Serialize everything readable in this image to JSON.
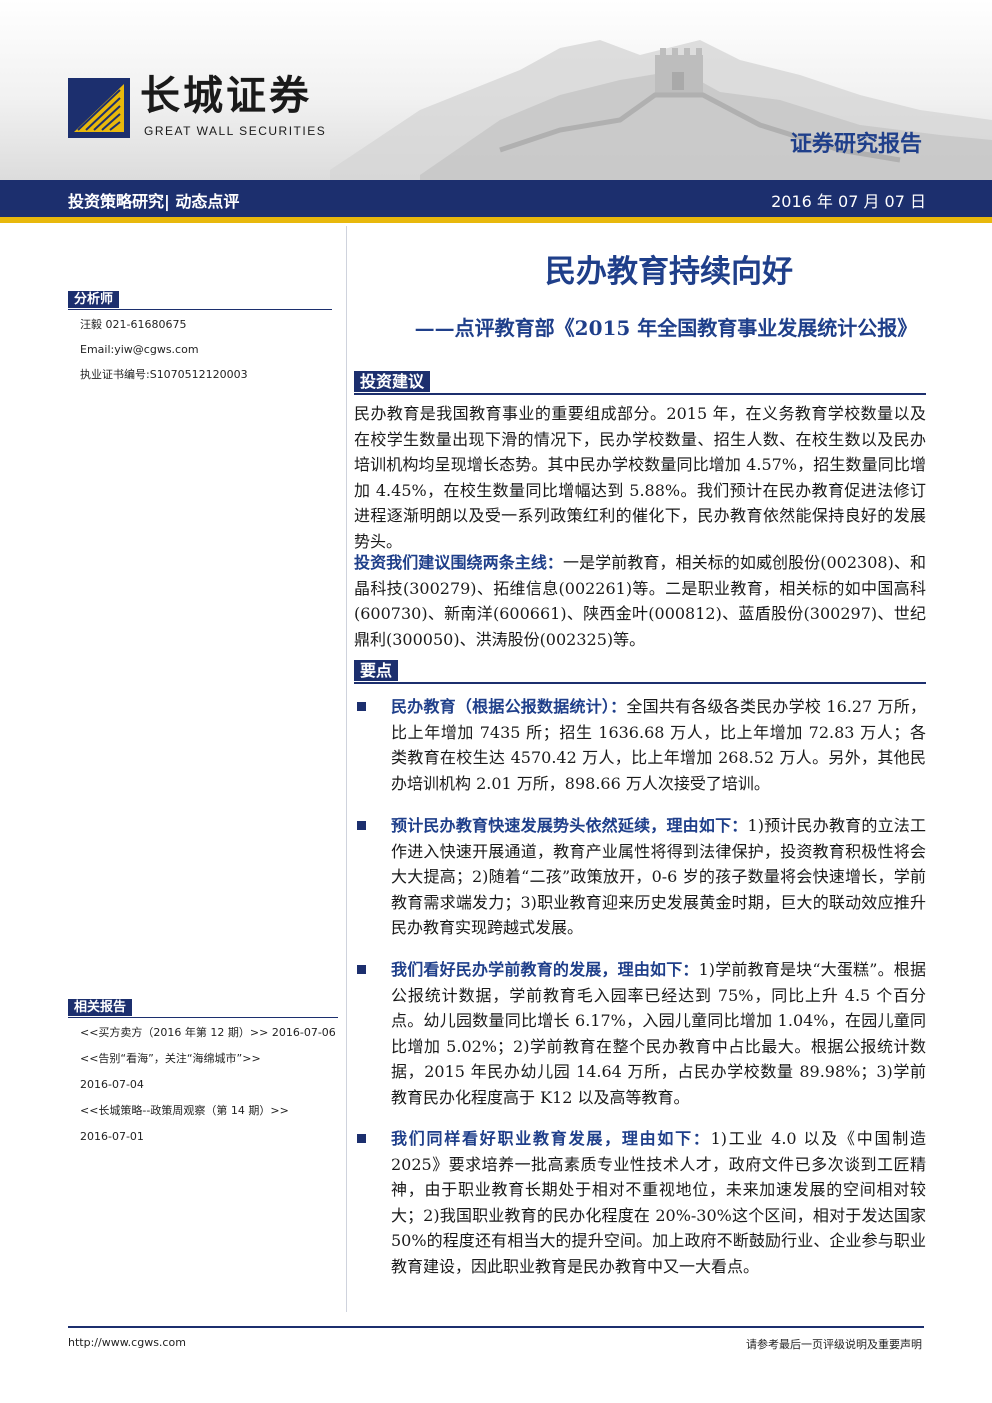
{
  "header": {
    "brand_cn": "长城证券",
    "brand_en": "GREAT WALL SECURITIES",
    "report_type": "证券研究报告",
    "category": "投资策略研究| 动态点评",
    "date": "2016 年 07 月 07 日"
  },
  "sidebar": {
    "analyst_title": "分析师",
    "analyst_phone": "汪毅 021-61680675",
    "analyst_email": "Email:yiw@cgws.com",
    "analyst_cert": "执业证书编号:S1070512120003",
    "related_title": "相关报告",
    "related": [
      {
        "title": "<<买方卖方（2016 年第 12 期）>>",
        "date": "2016-07-06"
      },
      {
        "title": "<<告别“看海”，关注“海绵城市”>>",
        "date": "2016-07-04"
      },
      {
        "title": "<<长城策略--政策周观察（第 14 期）>>",
        "date": "2016-07-01"
      }
    ]
  },
  "main": {
    "title": "民办教育持续向好",
    "subtitle": "——点评教育部《2015 年全国教育事业发展统计公报》",
    "invest_head": "投资建议",
    "invest_p1": "民办教育是我国教育事业的重要组成部分。2015 年，在义务教育学校数量以及在校学生数量出现下滑的情况下，民办学校数量、招生人数、在校生数以及民办培训机构均呈现增长态势。其中民办学校数量同比增加 4.57%，招生数量同比增加 4.45%，在校生数量同比增幅达到 5.88%。我们预计在民办教育促进法修订进程逐渐明朗以及受一系列政策红利的催化下，民办教育依然能保持良好的发展势头。",
    "invest_p2_lead": "投资我们建议围绕两条主线：",
    "invest_p2": "一是学前教育，相关标的如威创股份(002308)、和晶科技(300279)、拓维信息(002261)等。二是职业教育，相关标的如中国高科(600730)、新南洋(600661)、陕西金叶(000812)、蓝盾股份(300297)、世纪鼎利(300050)、洪涛股份(002325)等。",
    "key_head": "要点",
    "points": [
      {
        "lead": "民办教育（根据公报数据统计）：",
        "text": "全国共有各级各类民办学校 16.27 万所，比上年增加 7435 所；招生 1636.68 万人，比上年增加 72.83 万人；各类教育在校生达 4570.42 万人，比上年增加 268.52 万人。另外，其他民办培训机构 2.01 万所，898.66 万人次接受了培训。"
      },
      {
        "lead": "预计民办教育快速发展势头依然延续，理由如下：",
        "text": "1)预计民办教育的立法工作进入快速开展通道，教育产业属性将得到法律保护，投资教育积极性将会大大提高；2)随着“二孩”政策放开，0-6 岁的孩子数量将会快速增长，学前教育需求端发力；3)职业教育迎来历史发展黄金时期，巨大的联动效应推升民办教育实现跨越式发展。"
      },
      {
        "lead": "我们看好民办学前教育的发展，理由如下：",
        "text": "1)学前教育是块“大蛋糕”。根据公报统计数据，学前教育毛入园率已经达到 75%，同比上升 4.5 个百分点。幼儿园数量同比增长 6.17%，入园儿童同比增加 1.04%，在园儿童同比增加 5.02%；2)学前教育在整个民办教育中占比最大。根据公报统计数据，2015 年民办幼儿园 14.64 万所，占民办学校数量 89.98%；3)学前教育民办化程度高于 K12 以及高等教育。"
      },
      {
        "lead": "我们同样看好职业教育发展，理由如下：",
        "text": "1)工业 4.0 以及《中国制造 2025》要求培养一批高素质专业性技术人才，政府文件已多次谈到工匠精神，由于职业教育长期处于相对不重视地位，未来加速发展的空间相对较大；2)我国职业教育的民办化程度在 20%-30%这个区间，相对于发达国家 50%的程度还有相当大的提升空间。加上政府不断鼓励行业、企业参与职业教育建设，因此职业教育是民办教育中又一大看点。"
      }
    ]
  },
  "footer": {
    "url": "http://www.cgws.com",
    "note": "请参考最后一页评级说明及重要声明"
  },
  "colors": {
    "navy": "#1c2f6e",
    "title_blue": "#1f3f8a",
    "gold": "#e8b80c"
  }
}
